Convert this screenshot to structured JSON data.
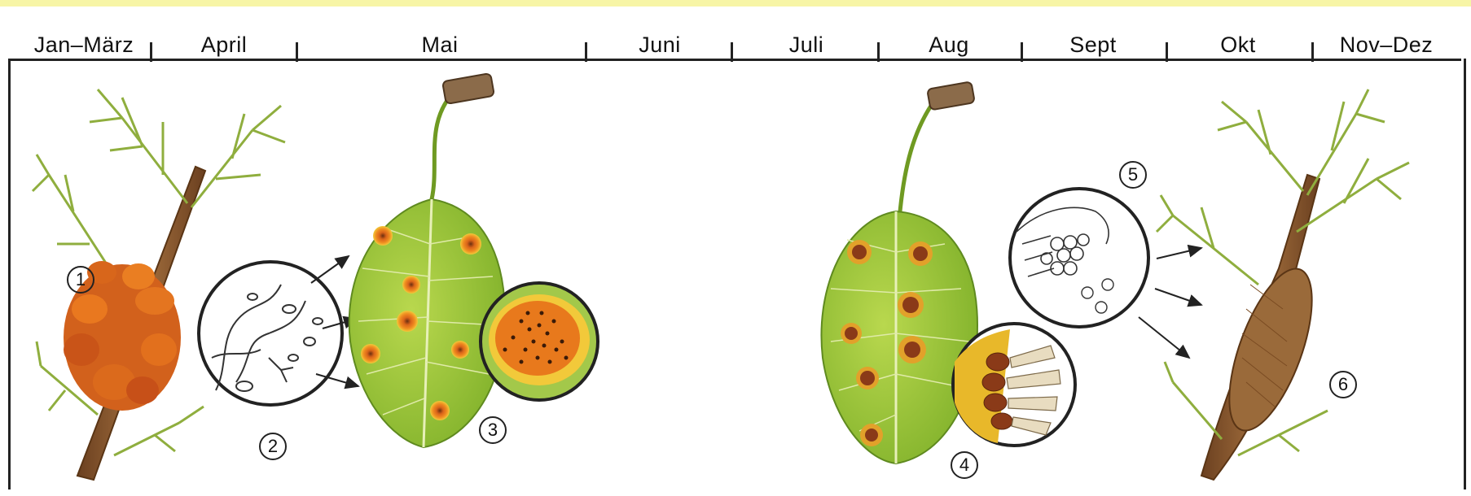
{
  "timeline": {
    "months": [
      "Jan–März",
      "April",
      "Mai",
      "Juni",
      "Juli",
      "Aug",
      "Sept",
      "Okt",
      "Nov–Dez"
    ]
  },
  "stages": {
    "s1": "1",
    "s2": "2",
    "s3": "3",
    "s4": "4",
    "s5": "5",
    "s6": "6"
  },
  "colors": {
    "topbar": "#f7f5a6",
    "line": "#222222",
    "leaf": "#9cc63a",
    "leaf_dark": "#6f9a22",
    "rust_orange": "#e2701d",
    "rust_dark": "#a8471a",
    "bark": "#8b5a2b",
    "needle": "#8fae3e"
  }
}
